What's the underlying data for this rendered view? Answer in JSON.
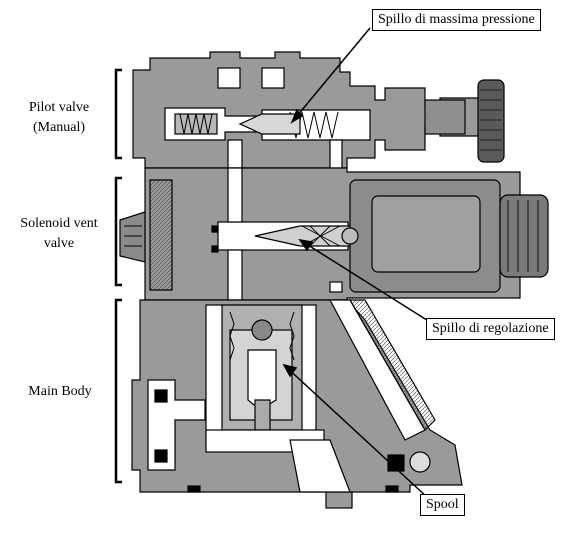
{
  "labels": {
    "pilot_valve_line1": "Pilot valve",
    "pilot_valve_line2": "(Manual)",
    "solenoid_line1": "Solenoid vent",
    "solenoid_line2": "valve",
    "main_body": "Main Body"
  },
  "callouts": {
    "top": "Spillo di massima pressione",
    "middle": "Spillo di regolazione",
    "bottom": "Spool"
  },
  "colors": {
    "metal": "#9a9a9a",
    "metal_dark": "#7a7a7a",
    "cavity": "#ffffff",
    "outline": "#000000"
  }
}
